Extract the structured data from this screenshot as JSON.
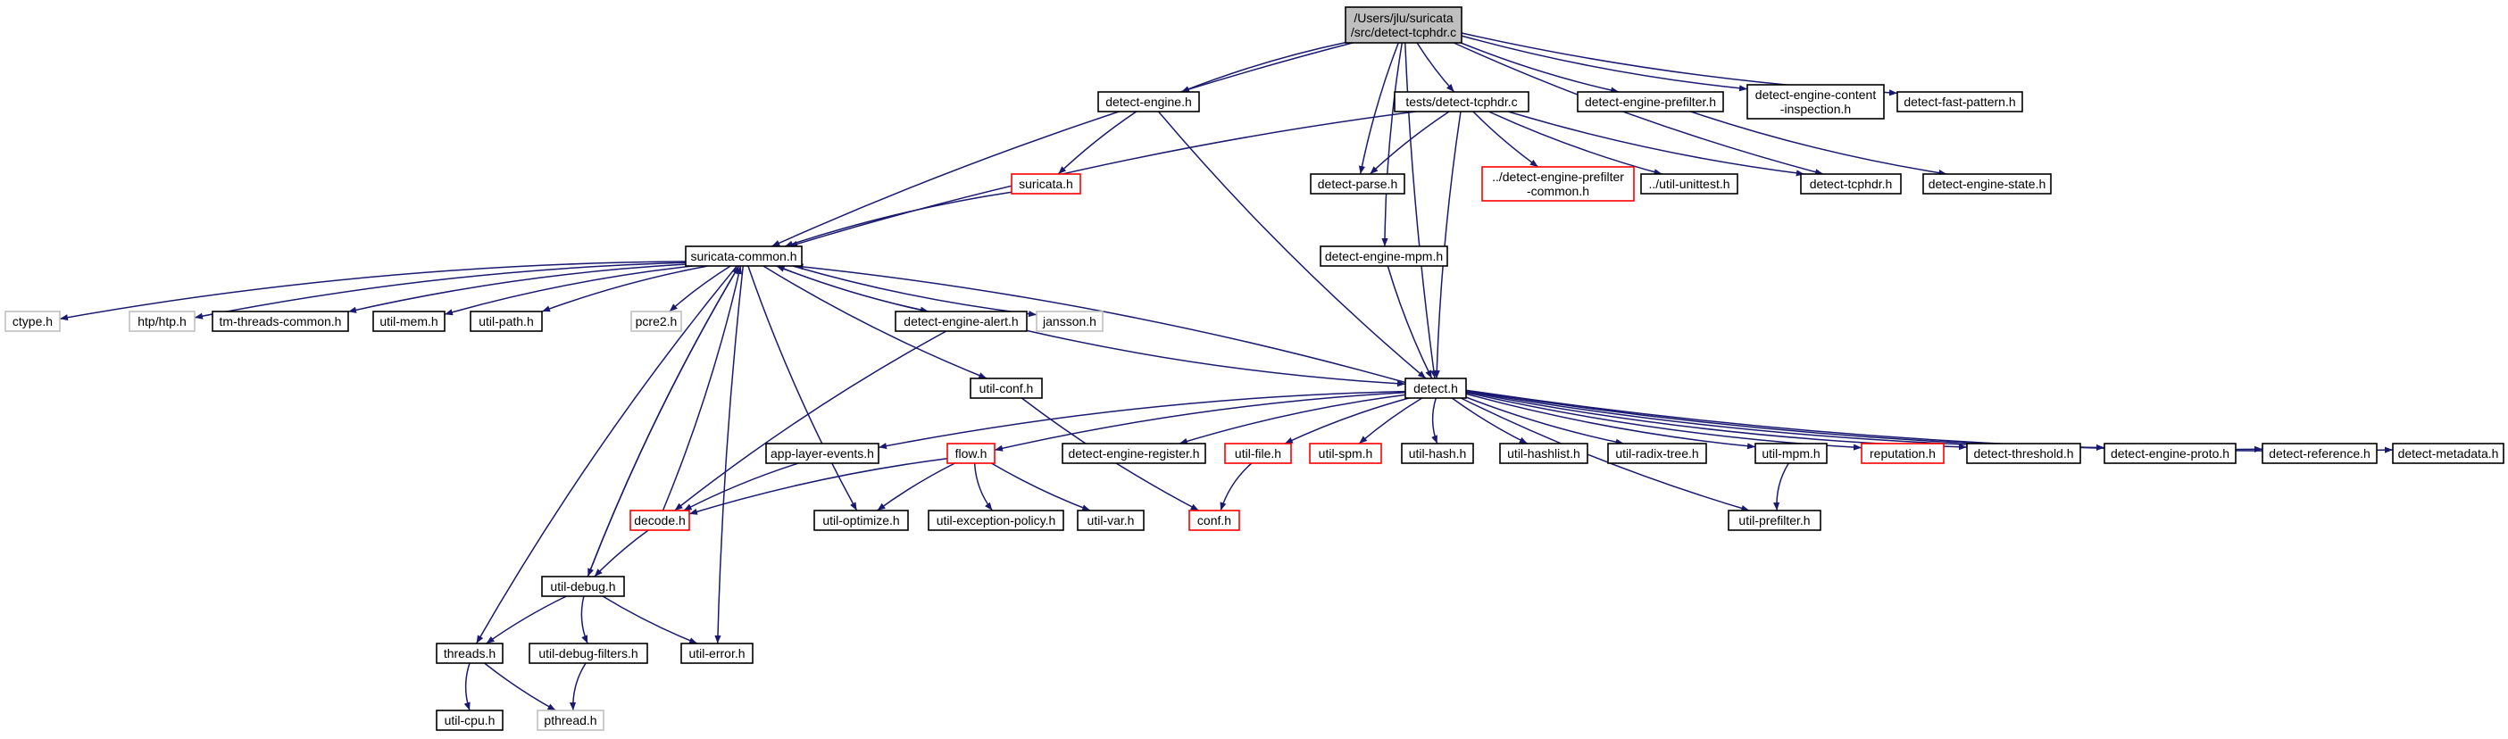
{
  "diagram": {
    "nodes": [
      {
        "id": "root",
        "label": [
          "/Users/jlu/suricata",
          "/src/detect-tcphdr.c"
        ],
        "kind": "root"
      },
      {
        "id": "detect-engine.h",
        "label": [
          "detect-engine.h"
        ],
        "kind": "normal"
      },
      {
        "id": "tests/detect-tcphdr.c",
        "label": [
          "tests/detect-tcphdr.c"
        ],
        "kind": "normal"
      },
      {
        "id": "detect-engine-prefilter.h",
        "label": [
          "detect-engine-prefilter.h"
        ],
        "kind": "normal"
      },
      {
        "id": "detect-engine-content-inspection.h",
        "label": [
          "detect-engine-content",
          "-inspection.h"
        ],
        "kind": "normal"
      },
      {
        "id": "detect-fast-pattern.h",
        "label": [
          "detect-fast-pattern.h"
        ],
        "kind": "normal"
      },
      {
        "id": "suricata.h",
        "label": [
          "suricata.h"
        ],
        "kind": "truncated"
      },
      {
        "id": "detect-parse.h",
        "label": [
          "detect-parse.h"
        ],
        "kind": "normal"
      },
      {
        "id": "detect-engine-prefilter-common.h",
        "label": [
          "../detect-engine-prefilter",
          "-common.h"
        ],
        "kind": "truncated"
      },
      {
        "id": "util-unittest.h",
        "label": [
          "../util-unittest.h"
        ],
        "kind": "normal"
      },
      {
        "id": "detect-tcphdr.h",
        "label": [
          "detect-tcphdr.h"
        ],
        "kind": "normal"
      },
      {
        "id": "detect-engine-state.h",
        "label": [
          "detect-engine-state.h"
        ],
        "kind": "normal"
      },
      {
        "id": "suricata-common.h",
        "label": [
          "suricata-common.h"
        ],
        "kind": "normal"
      },
      {
        "id": "detect-engine-mpm.h",
        "label": [
          "detect-engine-mpm.h"
        ],
        "kind": "normal"
      },
      {
        "id": "ctype.h",
        "label": [
          "ctype.h"
        ],
        "kind": "external"
      },
      {
        "id": "htp/htp.h",
        "label": [
          "htp/htp.h"
        ],
        "kind": "external"
      },
      {
        "id": "tm-threads-common.h",
        "label": [
          "tm-threads-common.h"
        ],
        "kind": "normal"
      },
      {
        "id": "util-mem.h",
        "label": [
          "util-mem.h"
        ],
        "kind": "normal"
      },
      {
        "id": "util-path.h",
        "label": [
          "util-path.h"
        ],
        "kind": "normal"
      },
      {
        "id": "pcre2.h",
        "label": [
          "pcre2.h"
        ],
        "kind": "external"
      },
      {
        "id": "detect-engine-alert.h",
        "label": [
          "detect-engine-alert.h"
        ],
        "kind": "normal"
      },
      {
        "id": "jansson.h",
        "label": [
          "jansson.h"
        ],
        "kind": "external"
      },
      {
        "id": "util-conf.h",
        "label": [
          "util-conf.h"
        ],
        "kind": "normal"
      },
      {
        "id": "detect.h",
        "label": [
          "detect.h"
        ],
        "kind": "normal"
      },
      {
        "id": "app-layer-events.h",
        "label": [
          "app-layer-events.h"
        ],
        "kind": "normal"
      },
      {
        "id": "flow.h",
        "label": [
          "flow.h"
        ],
        "kind": "truncated"
      },
      {
        "id": "detect-engine-register.h",
        "label": [
          "detect-engine-register.h"
        ],
        "kind": "normal"
      },
      {
        "id": "util-file.h",
        "label": [
          "util-file.h"
        ],
        "kind": "truncated"
      },
      {
        "id": "util-spm.h",
        "label": [
          "util-spm.h"
        ],
        "kind": "truncated"
      },
      {
        "id": "util-hash.h",
        "label": [
          "util-hash.h"
        ],
        "kind": "normal"
      },
      {
        "id": "util-hashlist.h",
        "label": [
          "util-hashlist.h"
        ],
        "kind": "normal"
      },
      {
        "id": "util-radix-tree.h",
        "label": [
          "util-radix-tree.h"
        ],
        "kind": "normal"
      },
      {
        "id": "util-mpm.h",
        "label": [
          "util-mpm.h"
        ],
        "kind": "normal"
      },
      {
        "id": "reputation.h",
        "label": [
          "reputation.h"
        ],
        "kind": "truncated"
      },
      {
        "id": "detect-threshold.h",
        "label": [
          "detect-threshold.h"
        ],
        "kind": "normal"
      },
      {
        "id": "detect-engine-proto.h",
        "label": [
          "detect-engine-proto.h"
        ],
        "kind": "normal"
      },
      {
        "id": "detect-reference.h",
        "label": [
          "detect-reference.h"
        ],
        "kind": "normal"
      },
      {
        "id": "detect-metadata.h",
        "label": [
          "detect-metadata.h"
        ],
        "kind": "normal"
      },
      {
        "id": "decode.h",
        "label": [
          "decode.h"
        ],
        "kind": "truncated"
      },
      {
        "id": "util-optimize.h",
        "label": [
          "util-optimize.h"
        ],
        "kind": "normal"
      },
      {
        "id": "util-exception-policy.h",
        "label": [
          "util-exception-policy.h"
        ],
        "kind": "normal"
      },
      {
        "id": "util-var.h",
        "label": [
          "util-var.h"
        ],
        "kind": "normal"
      },
      {
        "id": "conf.h",
        "label": [
          "conf.h"
        ],
        "kind": "truncated"
      },
      {
        "id": "util-prefilter.h",
        "label": [
          "util-prefilter.h"
        ],
        "kind": "normal"
      },
      {
        "id": "util-debug.h",
        "label": [
          "util-debug.h"
        ],
        "kind": "normal"
      },
      {
        "id": "threads.h",
        "label": [
          "threads.h"
        ],
        "kind": "normal"
      },
      {
        "id": "util-debug-filters.h",
        "label": [
          "util-debug-filters.h"
        ],
        "kind": "normal"
      },
      {
        "id": "util-error.h",
        "label": [
          "util-error.h"
        ],
        "kind": "normal"
      },
      {
        "id": "util-cpu.h",
        "label": [
          "util-cpu.h"
        ],
        "kind": "normal"
      },
      {
        "id": "pthread.h",
        "label": [
          "pthread.h"
        ],
        "kind": "external"
      }
    ],
    "edges": [
      [
        "root",
        "detect-engine.h"
      ],
      [
        "root",
        "tests/detect-tcphdr.c"
      ],
      [
        "root",
        "detect-engine-prefilter.h"
      ],
      [
        "root",
        "detect-engine-content-inspection.h"
      ],
      [
        "root",
        "detect-fast-pattern.h"
      ],
      [
        "root",
        "suricata-common.h"
      ],
      [
        "root",
        "detect.h"
      ],
      [
        "root",
        "detect-parse.h"
      ],
      [
        "root",
        "detect-engine-mpm.h"
      ],
      [
        "root",
        "detect-tcphdr.h"
      ],
      [
        "detect-engine.h",
        "suricata.h"
      ],
      [
        "detect-engine.h",
        "detect.h"
      ],
      [
        "suricata.h",
        "suricata-common.h"
      ],
      [
        "tests/detect-tcphdr.c",
        "detect-parse.h"
      ],
      [
        "tests/detect-tcphdr.c",
        "detect-engine-prefilter-common.h"
      ],
      [
        "tests/detect-tcphdr.c",
        "util-unittest.h"
      ],
      [
        "tests/detect-tcphdr.c",
        "detect-tcphdr.h"
      ],
      [
        "tests/detect-tcphdr.c",
        "suricata-common.h"
      ],
      [
        "tests/detect-tcphdr.c",
        "detect.h"
      ],
      [
        "detect-engine-prefilter.h",
        "detect-engine-state.h"
      ],
      [
        "detect-engine-mpm.h",
        "detect.h"
      ],
      [
        "suricata-common.h",
        "ctype.h"
      ],
      [
        "suricata-common.h",
        "htp/htp.h"
      ],
      [
        "suricata-common.h",
        "tm-threads-common.h"
      ],
      [
        "suricata-common.h",
        "util-mem.h"
      ],
      [
        "suricata-common.h",
        "util-path.h"
      ],
      [
        "suricata-common.h",
        "pcre2.h"
      ],
      [
        "suricata-common.h",
        "detect-engine-alert.h"
      ],
      [
        "suricata-common.h",
        "jansson.h"
      ],
      [
        "suricata-common.h",
        "util-conf.h"
      ],
      [
        "suricata-common.h",
        "util-debug.h"
      ],
      [
        "suricata-common.h",
        "threads.h"
      ],
      [
        "suricata-common.h",
        "util-error.h"
      ],
      [
        "suricata-common.h",
        "util-optimize.h"
      ],
      [
        "detect-engine-alert.h",
        "suricata-common.h"
      ],
      [
        "detect-engine-alert.h",
        "detect.h"
      ],
      [
        "detect-engine-alert.h",
        "decode.h"
      ],
      [
        "detect.h",
        "suricata-common.h"
      ],
      [
        "detect.h",
        "app-layer-events.h"
      ],
      [
        "detect.h",
        "flow.h"
      ],
      [
        "detect.h",
        "detect-engine-register.h"
      ],
      [
        "detect.h",
        "util-file.h"
      ],
      [
        "detect.h",
        "util-spm.h"
      ],
      [
        "detect.h",
        "util-hash.h"
      ],
      [
        "detect.h",
        "util-hashlist.h"
      ],
      [
        "detect.h",
        "util-radix-tree.h"
      ],
      [
        "detect.h",
        "util-mpm.h"
      ],
      [
        "detect.h",
        "reputation.h"
      ],
      [
        "detect.h",
        "detect-threshold.h"
      ],
      [
        "detect.h",
        "detect-engine-proto.h"
      ],
      [
        "detect.h",
        "detect-reference.h"
      ],
      [
        "detect.h",
        "detect-metadata.h"
      ],
      [
        "detect.h",
        "util-prefilter.h"
      ],
      [
        "util-conf.h",
        "conf.h"
      ],
      [
        "app-layer-events.h",
        "decode.h"
      ],
      [
        "flow.h",
        "decode.h"
      ],
      [
        "flow.h",
        "util-optimize.h"
      ],
      [
        "flow.h",
        "util-exception-policy.h"
      ],
      [
        "flow.h",
        "util-var.h"
      ],
      [
        "util-file.h",
        "conf.h"
      ],
      [
        "util-mpm.h",
        "util-prefilter.h"
      ],
      [
        "decode.h",
        "suricata-common.h"
      ],
      [
        "decode.h",
        "util-debug.h"
      ],
      [
        "util-debug.h",
        "suricata-common.h"
      ],
      [
        "util-debug.h",
        "threads.h"
      ],
      [
        "util-debug.h",
        "util-debug-filters.h"
      ],
      [
        "util-debug.h",
        "util-error.h"
      ],
      [
        "threads.h",
        "util-cpu.h"
      ],
      [
        "threads.h",
        "pthread.h"
      ],
      [
        "util-debug-filters.h",
        "pthread.h"
      ]
    ]
  }
}
